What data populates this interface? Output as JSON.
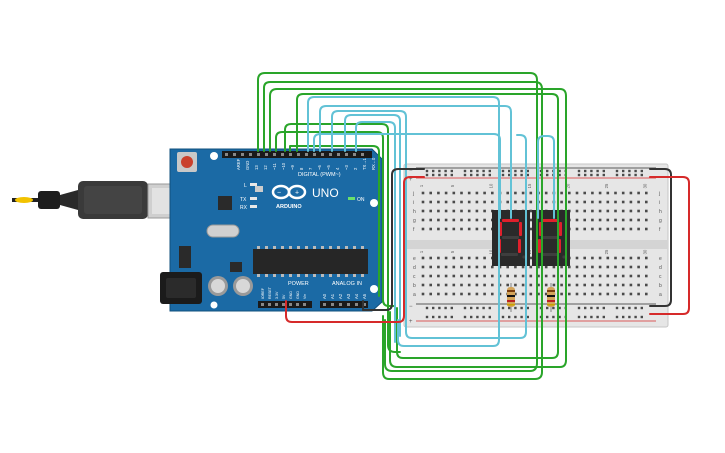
{
  "arduino": {
    "brand": "ARDUINO",
    "model": "UNO",
    "digital_header": "DIGITAL (PWM~)",
    "digital_pins": [
      "13",
      "12",
      "~11",
      "~10",
      "~9",
      "8",
      "7",
      "~6",
      "~5",
      "4",
      "~3",
      "2",
      "TX→1",
      "RX←0"
    ],
    "top_left_pins": [
      "AREF",
      "GND"
    ],
    "led_l": "L",
    "led_tx": "TX",
    "led_rx": "RX",
    "on_label": "ON",
    "power_header": "POWER",
    "power_pins": [
      "IOREF",
      "RESET",
      "3.3V",
      "5V",
      "GND",
      "GND",
      "Vin"
    ],
    "analog_header": "ANALOG IN",
    "analog_pins": [
      "A0",
      "A1",
      "A2",
      "A3",
      "A4",
      "A5"
    ]
  },
  "breadboard": {
    "row_letters_top": [
      "j",
      "i",
      "h",
      "g",
      "f"
    ],
    "row_letters_bottom": [
      "e",
      "d",
      "c",
      "b",
      "a"
    ],
    "rail_minus": "−",
    "rail_plus": "+",
    "column_numbers": [
      "1",
      "5",
      "10",
      "15",
      "20",
      "25",
      "30"
    ]
  },
  "colors": {
    "board": "#1b6aa5",
    "wire_green": "#2aa52a",
    "wire_cyan": "#62c2d6",
    "wire_red": "#d62a2a",
    "wire_black": "#333333",
    "segment_on": "#e0202c",
    "display_body": "#2a2a2a"
  }
}
